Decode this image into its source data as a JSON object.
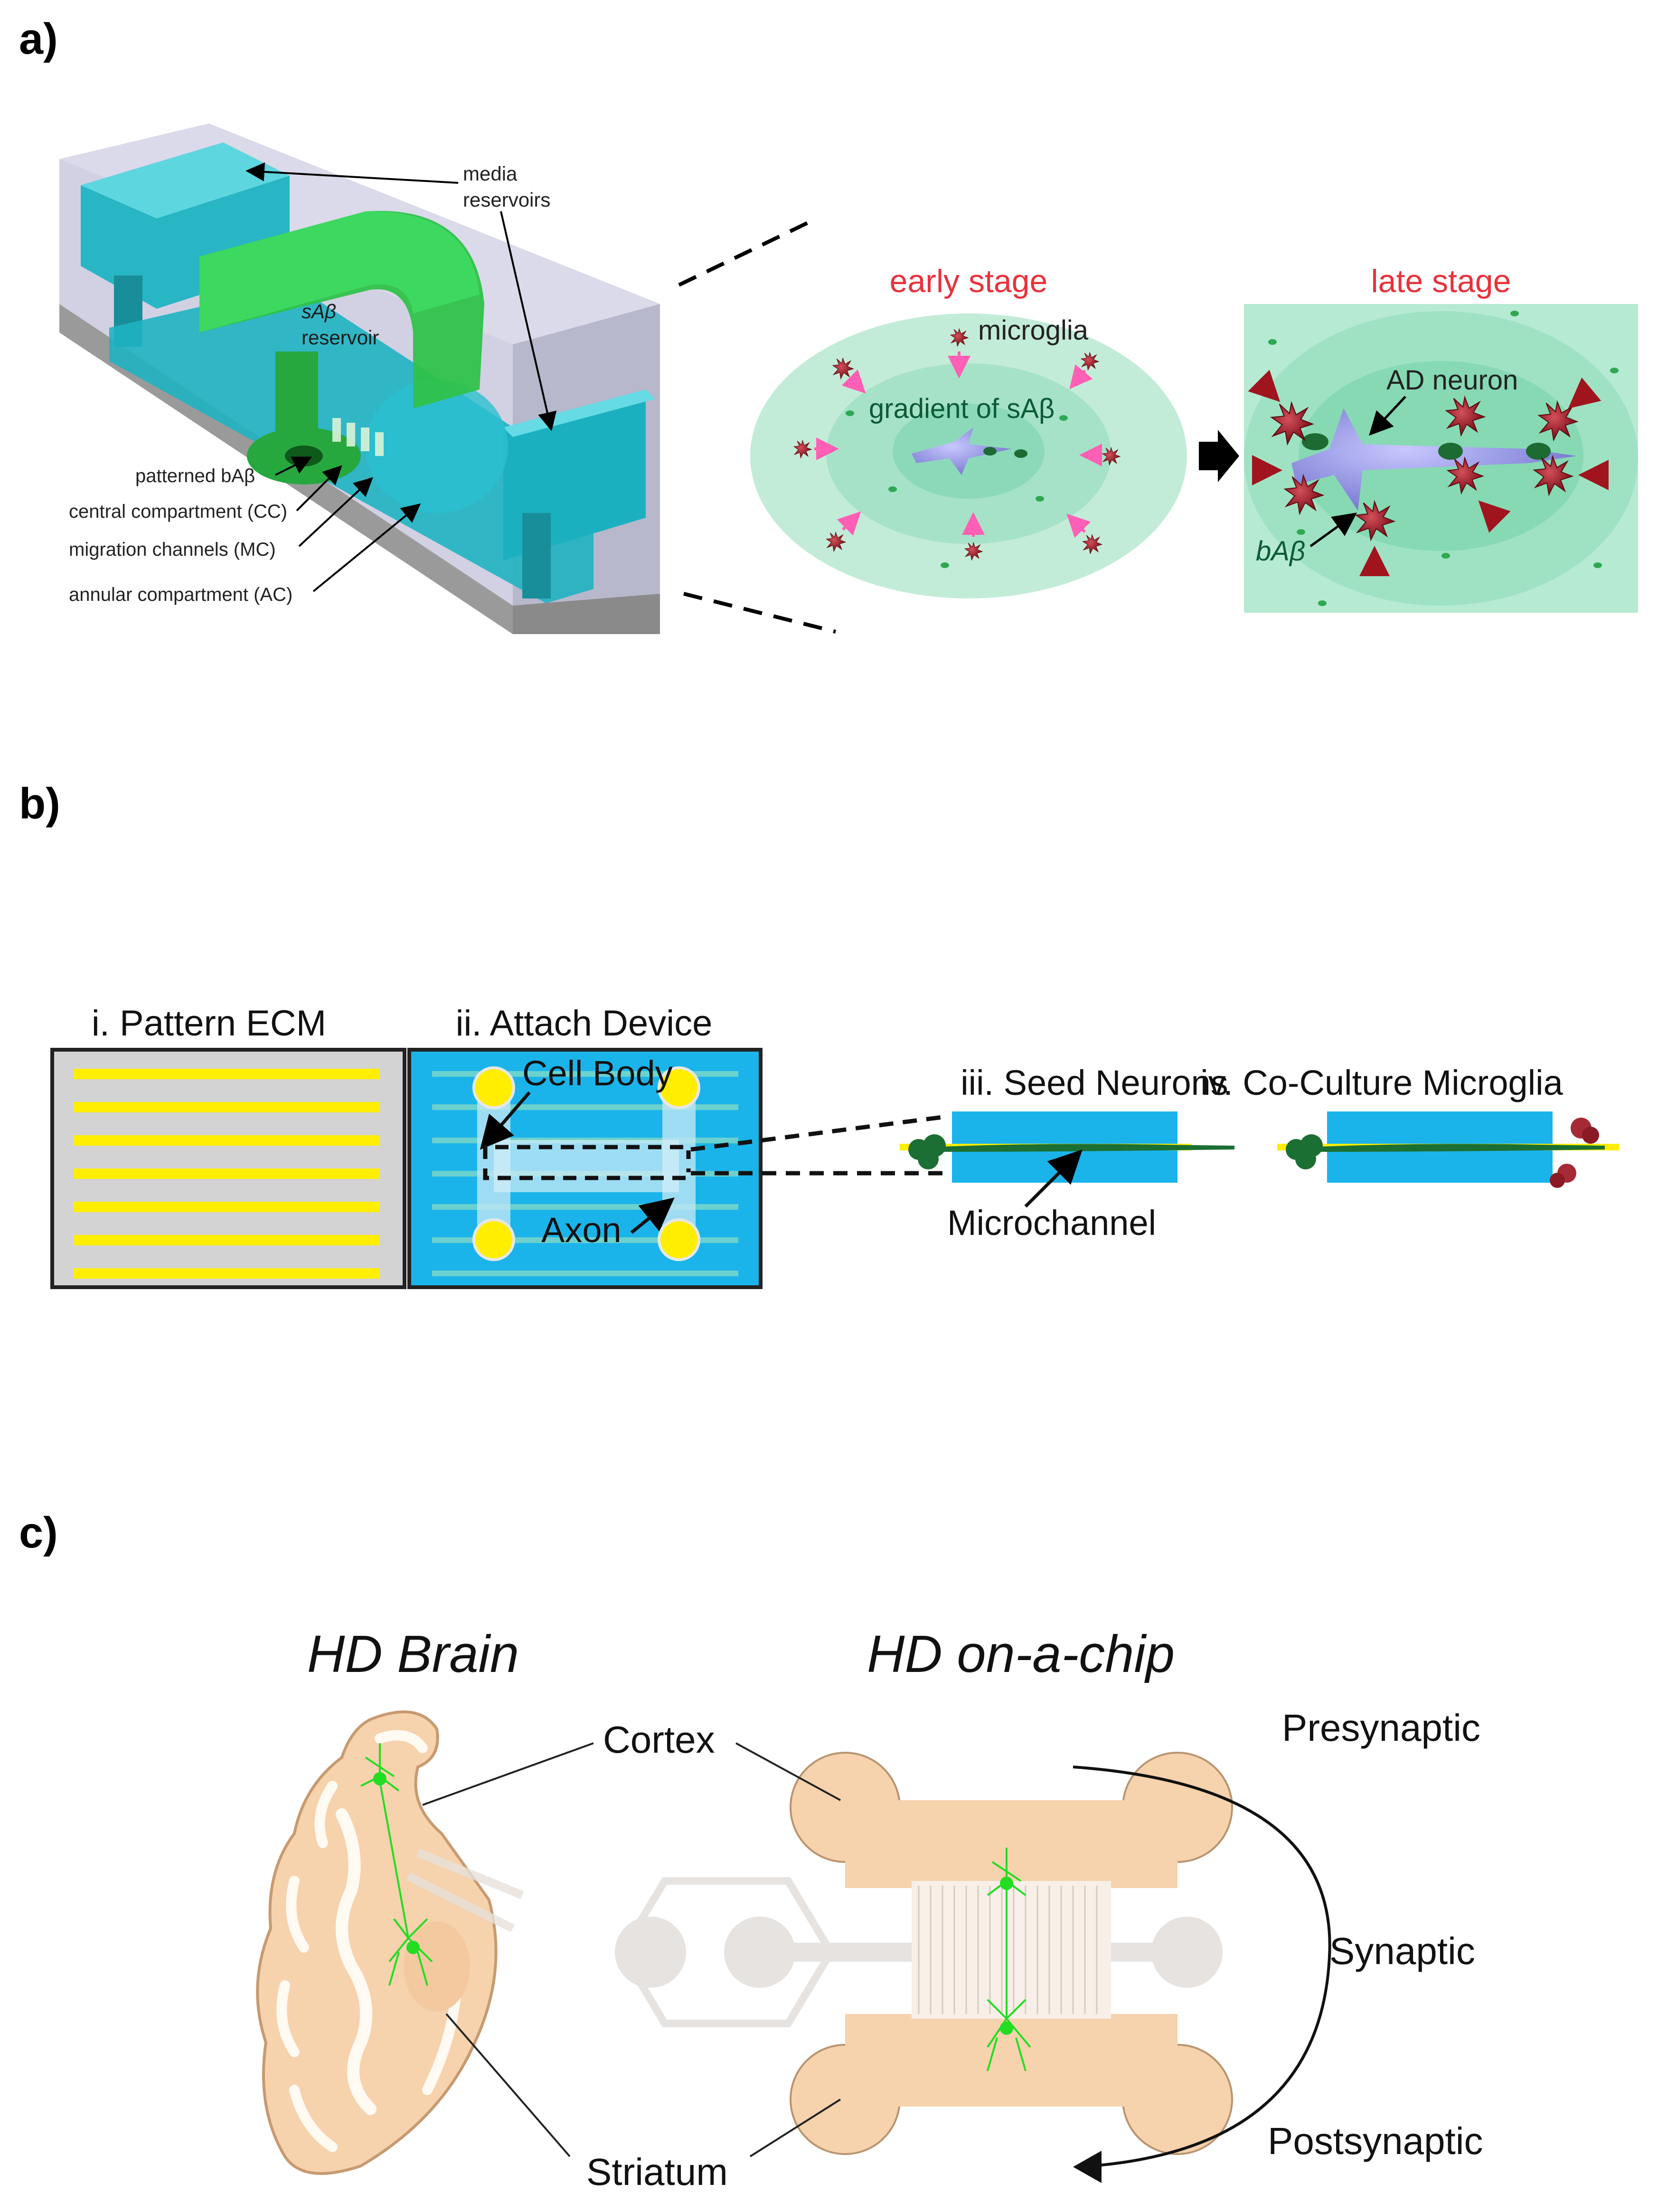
{
  "panels": {
    "a": {
      "letter": "a)",
      "device": {
        "media_reservoirs_1": "media",
        "media_reservoirs_2": "reservoirs",
        "sab_reservoir_1": "sAβ",
        "sab_reservoir_2": "reservoir",
        "patterned": "patterned bAβ",
        "central": "central compartment (CC)",
        "migration": "migration channels (MC)",
        "annular": "annular compartment (AC)"
      },
      "early": {
        "title": "early stage",
        "microglia": "microglia",
        "gradient": "gradient of sAβ"
      },
      "late": {
        "title": "late stage",
        "ad_neuron": "AD neuron",
        "bab": "bAβ"
      }
    },
    "b": {
      "letter": "b)",
      "step1": "i. Pattern ECM",
      "step2": "ii. Attach Device",
      "step3": "iii. Seed Neurons",
      "step4": "iv. Co-Culture Microglia",
      "cell_body": "Cell Body",
      "axon": "Axon",
      "microchannel": "Microchannel"
    },
    "c": {
      "letter": "c)",
      "brain_title": "HD Brain",
      "chip_title": "HD on-a-chip",
      "cortex": "Cortex",
      "striatum": "Striatum",
      "presynaptic": "Presynaptic",
      "synaptic": "Synaptic",
      "postsynaptic": "Postsynaptic"
    }
  },
  "colors": {
    "red_title": "#e8323c",
    "teal": "#1fb3c2",
    "green": "#2fc24a",
    "cyan": "#1bb4ea",
    "yellow": "#ffee00",
    "tan": "#f6d2ad",
    "neuron_green": "#22dd22"
  }
}
